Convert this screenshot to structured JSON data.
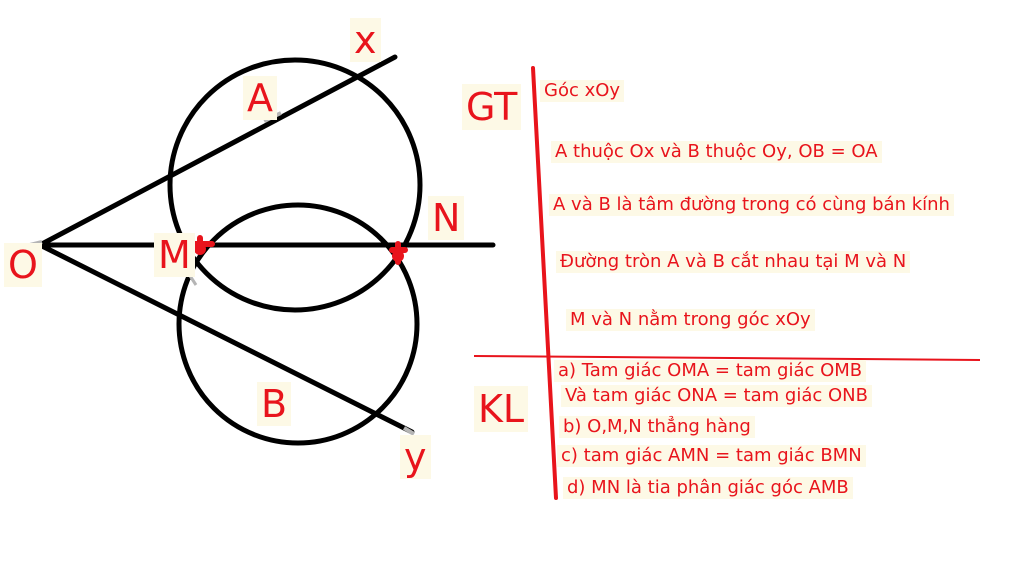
{
  "colors": {
    "line": "#000000",
    "accent": "#e8141c",
    "label_bg": "#fdf9e6",
    "point_shadow": "#b5b5b5"
  },
  "points": {
    "x": "x",
    "A": "A",
    "O": "O",
    "M": "M",
    "N": "N",
    "B": "B",
    "y": "y"
  },
  "gt": {
    "heading": "GT",
    "items": [
      "Góc xOy",
      "A thuộc Ox và B thuộc Oy, OB = OA",
      "A và B là tâm đường trong có cùng bán kính",
      "Đường tròn A và B cắt nhau tại M và N",
      "M và N nằm trong góc xOy"
    ]
  },
  "kl": {
    "heading": "KL",
    "items": [
      "a) Tam giác OMA = tam giác OMB",
      "Và tam giác ONA = tam giác ONB",
      "b) O,M,N thẳng hàng",
      "c) tam giác AMN = tam giác BMN",
      "d) MN là tia phân giác góc AMB"
    ]
  }
}
